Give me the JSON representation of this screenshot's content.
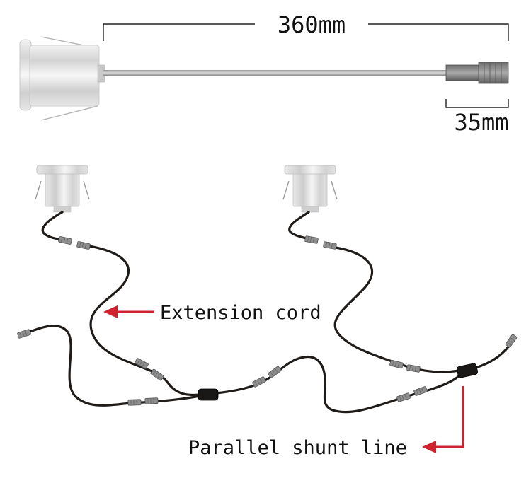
{
  "labels": {
    "length_total": "360mm",
    "length_plug": "35mm",
    "extension_cord": "Extension cord",
    "parallel_shunt_line": "Parallel shunt line"
  },
  "colors": {
    "cable": "#1e1b18",
    "arrow": "#d0212f",
    "lamp_body": "#d6d6d6",
    "connector": "#8e8e8e"
  },
  "icons": {
    "lamp": "led-puck-light-icon",
    "connector": "cable-connector-icon",
    "splitter": "splitter-box-icon",
    "arrow": "red-arrow-icon"
  }
}
